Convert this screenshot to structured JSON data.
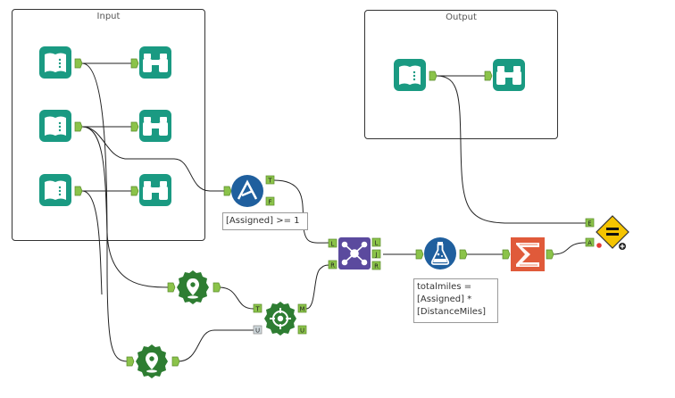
{
  "containers": {
    "input": {
      "title": "Input"
    },
    "output": {
      "title": "Output"
    }
  },
  "anchors": {
    "filter_true": "T",
    "filter_false": "F",
    "join_left": "L",
    "join_right": "R",
    "join_out_left": "L",
    "join_out_join": "J",
    "join_out_right": "R",
    "spatial_target": "T",
    "spatial_universe": "U",
    "spatial_match": "M",
    "spatial_unmatched": "U",
    "message_e": "E",
    "message_a": "A"
  },
  "annotations": {
    "filter": "[Assigned] >= 1",
    "formula_line1": "totalmiles =",
    "formula_line2": "[Assigned] *",
    "formula_line3": "[DistanceMiles]"
  },
  "icons": {
    "input": "book-icon",
    "browse": "binoculars-icon",
    "filter": "filter-triangle-icon",
    "join": "join-network-icon",
    "formula": "flask-icon",
    "summarize": "sigma-icon",
    "create_point": "map-pin-icon",
    "spatial_match": "crosshair-icon",
    "message": "equals-diamond-icon"
  },
  "colors": {
    "input_tool": "#1a9a82",
    "filter_tool": "#1f5f9e",
    "join_tool": "#5b4a9e",
    "formula_tool": "#1f5f9e",
    "summarize_tool": "#e05a3a",
    "spatial_tool": "#2e7d32",
    "message_tool": "#f5c400",
    "anchor": "#8bc34a",
    "connection": "#222222"
  }
}
